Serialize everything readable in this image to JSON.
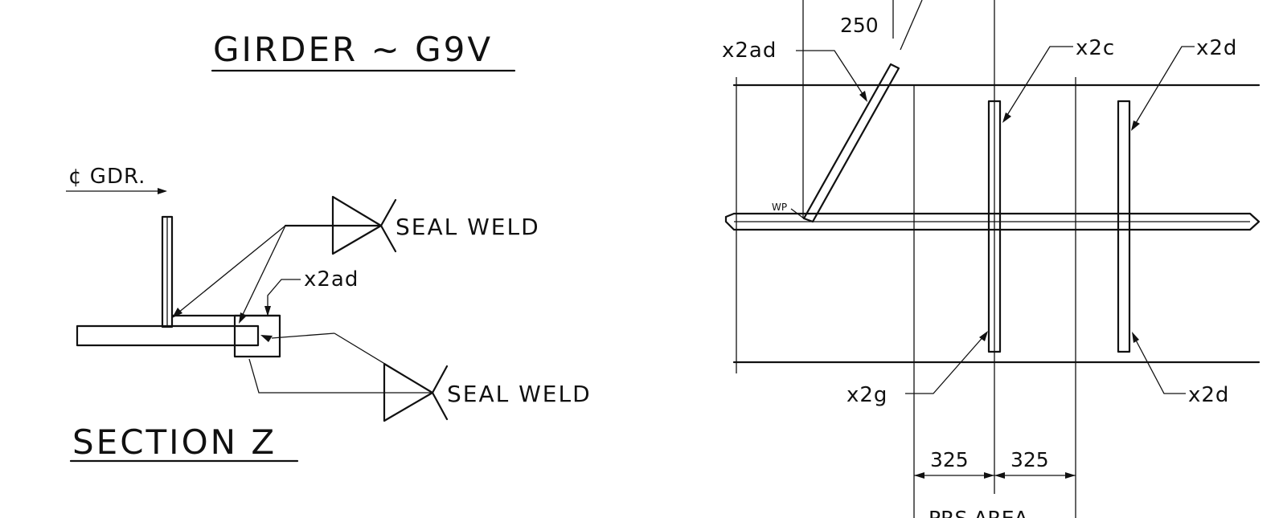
{
  "colors": {
    "ink": "#111111",
    "paper": "#ffffff"
  },
  "left_view": {
    "title": "GIRDER ~ G9V",
    "centerline_label": "¢ GDR.",
    "part_label": "x2ad",
    "weld_label_1": "SEAL WELD",
    "weld_label_2": "SEAL WELD",
    "section_title": "SECTION Z"
  },
  "right_view": {
    "dim_250": "250",
    "label_x2ad": "x2ad",
    "label_x2c": "x2c",
    "label_x2d_top": "x2d",
    "label_wp": "WP",
    "label_x2g": "x2g",
    "label_x2d_bottom": "x2d",
    "dim_left": "325",
    "dim_right": "325",
    "area_label": "PRS AREA"
  }
}
